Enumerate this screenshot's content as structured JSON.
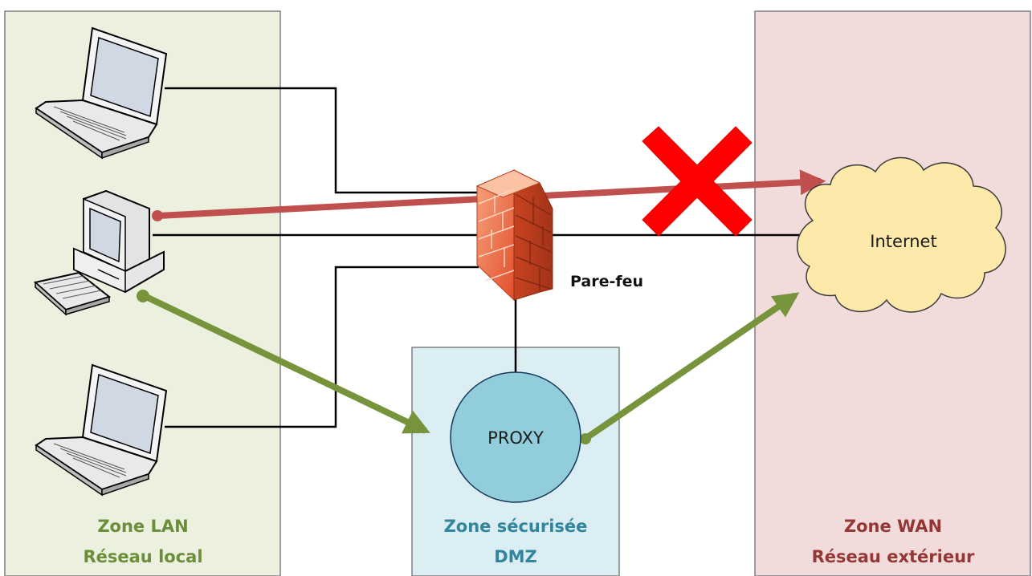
{
  "zones": {
    "lan": {
      "line1": "Zone LAN",
      "line2": "Réseau local",
      "fill": "#ebf1de",
      "text_color": "#6b8e3a"
    },
    "dmz": {
      "line1": "Zone sécurisée",
      "line2": "DMZ",
      "fill": "#dbeef4",
      "text_color": "#31859c"
    },
    "wan": {
      "line1": "Zone WAN",
      "line2": "Réseau extérieur",
      "fill": "#f2dcdb",
      "text_color": "#953735"
    }
  },
  "nodes": {
    "proxy": {
      "label": "PROXY",
      "fill": "#92cddc"
    },
    "internet": {
      "label": "Internet",
      "fill": "#fde9a9"
    },
    "firewall": {
      "label": "Pare-feu",
      "fill": "#e8694a"
    }
  },
  "devices": [
    "laptop-icon",
    "desktop-computer-icon",
    "laptop-icon"
  ],
  "flows": {
    "blocked": {
      "color": "#c0504d",
      "marker": "red-x-icon"
    },
    "allowed": {
      "color": "#77933c"
    }
  },
  "link_color": "#000000"
}
